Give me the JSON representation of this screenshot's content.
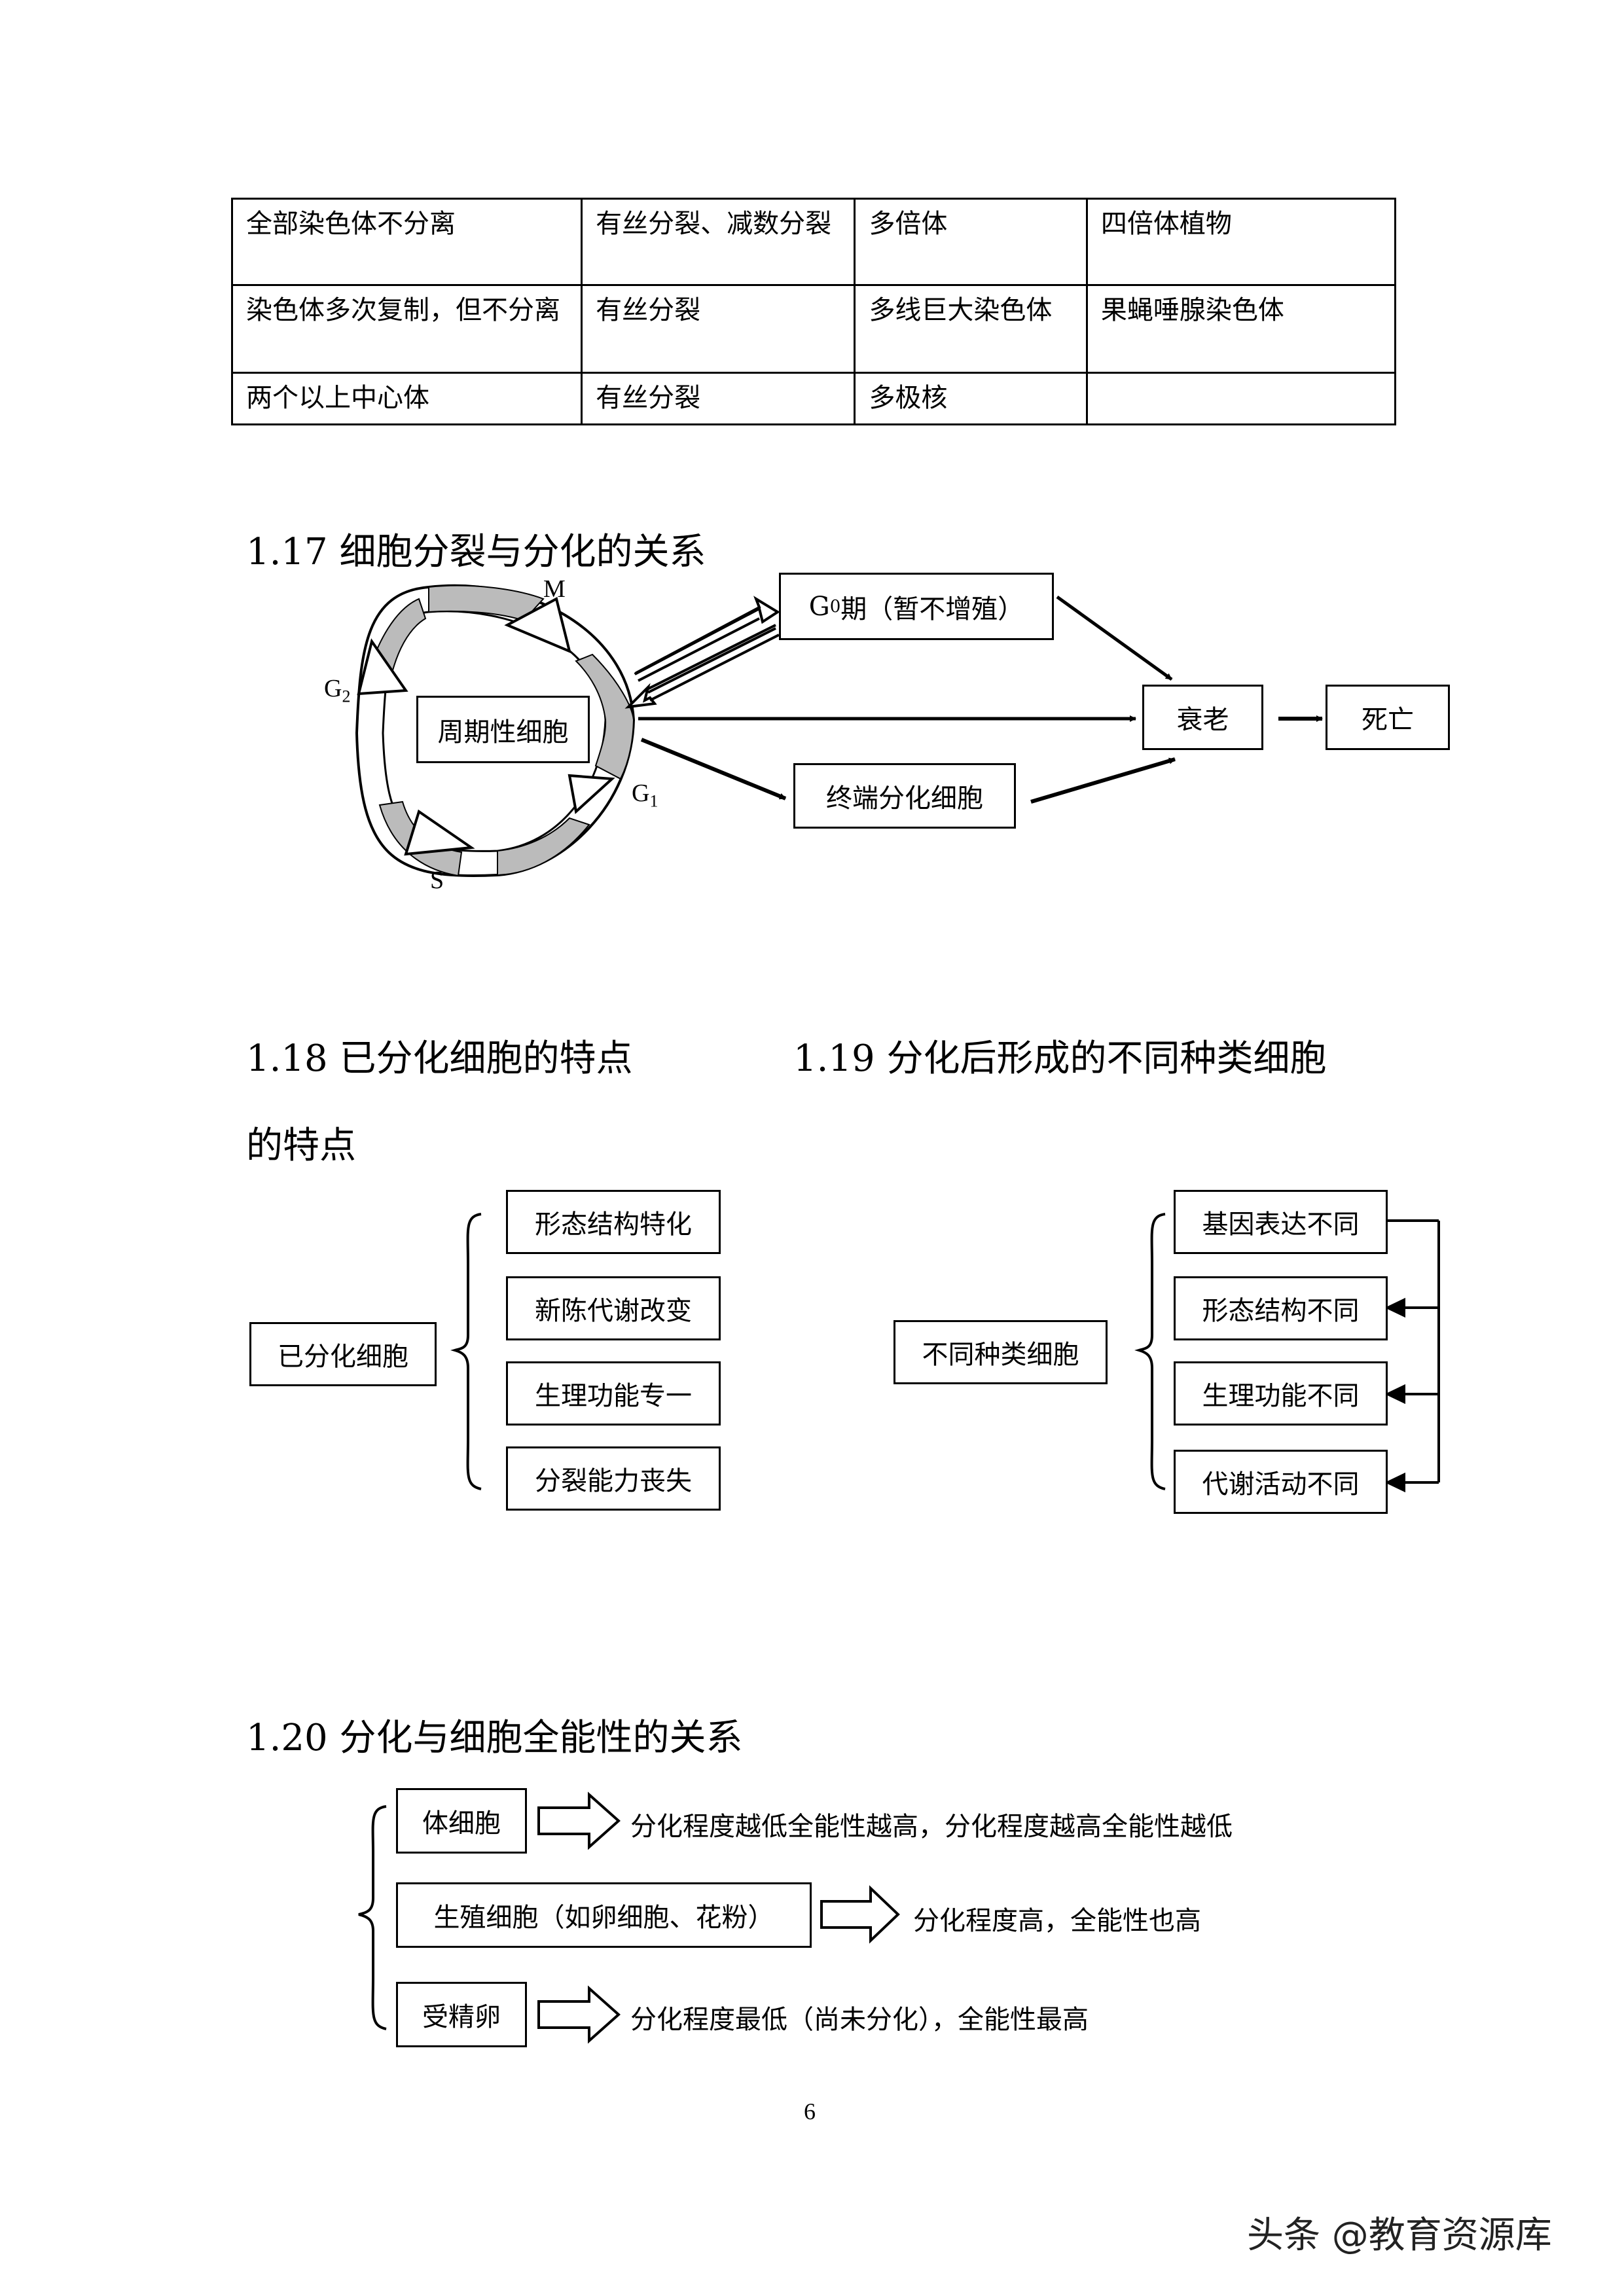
{
  "table": {
    "rows": [
      [
        "全部染色体不分离",
        "有丝分裂、减数分裂",
        "多倍体",
        "四倍体植物"
      ],
      [
        "染色体多次复制，但不分离",
        "有丝分裂",
        "多线巨大染色体",
        "果蝇唾腺染色体"
      ],
      [
        "两个以上中心体",
        "有丝分裂",
        "多极核",
        ""
      ]
    ]
  },
  "s117": {
    "heading": "1.17 细胞分裂与分化的关系",
    "center": "周期性细胞",
    "phase_m": "M",
    "phase_g2_main": "G",
    "phase_g2_sub": "2",
    "phase_s": "S",
    "phase_g1_main": "G",
    "phase_g1_sub": "1",
    "g0_main": "G",
    "g0_sub": "0",
    "g0_rest": " 期（暂不增殖）",
    "terminal": "终端分化细胞",
    "aging": "衰老",
    "death": "死亡"
  },
  "s118": {
    "heading": "1.18  已分化细胞的特点",
    "root": "已分化细胞",
    "items": [
      "形态结构特化",
      "新陈代谢改变",
      "生理功能专一",
      "分裂能力丧失"
    ]
  },
  "s119": {
    "heading": "1.19  分化后形成的不同种类细胞",
    "heading_cont": "的特点",
    "root": "不同种类细胞",
    "items": [
      "基因表达不同",
      "形态结构不同",
      "生理功能不同",
      "代谢活动不同"
    ]
  },
  "s120": {
    "heading": "1.20 分化与细胞全能性的关系",
    "rows": [
      {
        "box": "体细胞",
        "text": "分化程度越低全能性越高，分化程度越高全能性越低"
      },
      {
        "box": "生殖细胞（如卵细胞、花粉）",
        "text": "分化程度高，全能性也高"
      },
      {
        "box": "受精卵",
        "text": "分化程度最低（尚未分化），全能性最高"
      }
    ]
  },
  "page_number": "6",
  "watermark": "头条 @教育资源库"
}
